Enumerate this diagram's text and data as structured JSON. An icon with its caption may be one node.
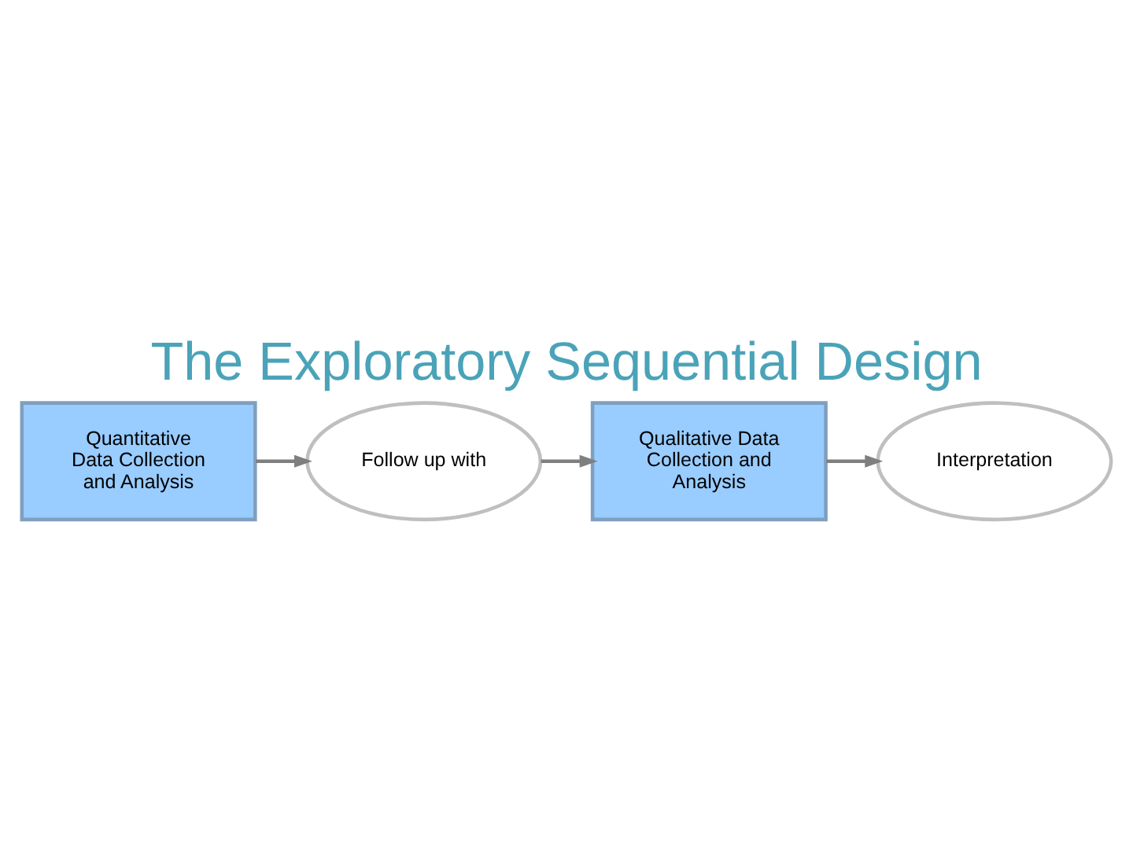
{
  "diagram": {
    "title": "The Exploratory Sequential Design",
    "nodes": [
      {
        "text": [
          "Quantitative Data Collection and Analysis"
        ]
      },
      {
        "text": [
          "Follow up with"
        ]
      },
      {
        "text": [
          "Qualitative Data Collection and Analysis"
        ]
      },
      {
        "text": [
          "Interpretation"
        ]
      }
    ],
    "edges": [
      {
        "from": 0,
        "to": 1,
        "arrow": "to"
      },
      {
        "from": 1,
        "to": 2,
        "arrow": "to"
      },
      {
        "from": 2,
        "to": 3,
        "arrow": "to"
      }
    ]
  }
}
